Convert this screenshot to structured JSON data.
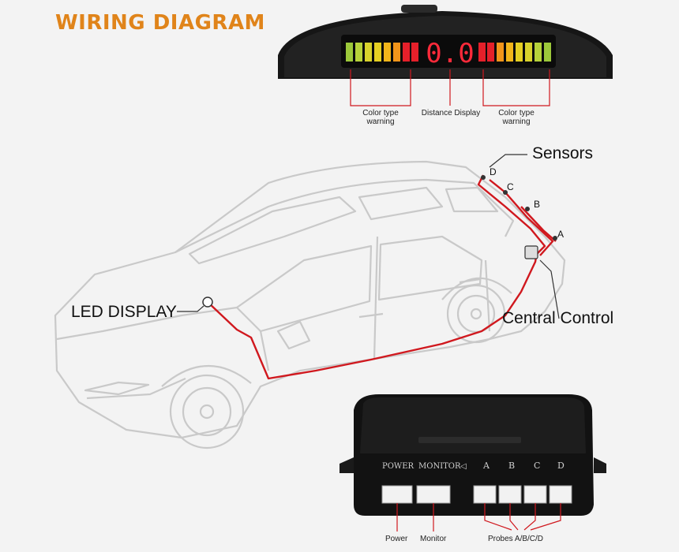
{
  "title": "WIRING DIAGRAM",
  "display": {
    "digits": "0.0",
    "left_caption": "Color type warning",
    "center_caption": "Distance Display",
    "right_caption": "Color type warning"
  },
  "car_labels": {
    "sensors": "Sensors",
    "led_display": "LED DISPLAY",
    "central_control": "Central Control",
    "sensor_d": "D",
    "sensor_c": "C",
    "sensor_b": "B",
    "sensor_a": "A"
  },
  "control_box": {
    "ports": [
      "POWER",
      "MONITOR",
      "A",
      "B",
      "C",
      "D"
    ],
    "power_label": "Power",
    "monitor_label": "Monitor",
    "probes_label": "Probes A/B/C/D"
  },
  "colors": {
    "title": "#e0841a",
    "wire": "#d0181e",
    "segment_red": "#e5202a",
    "segment_orange": "#f2a51a",
    "segment_yellow": "#e5cf22",
    "segment_green": "#9cc83a"
  }
}
